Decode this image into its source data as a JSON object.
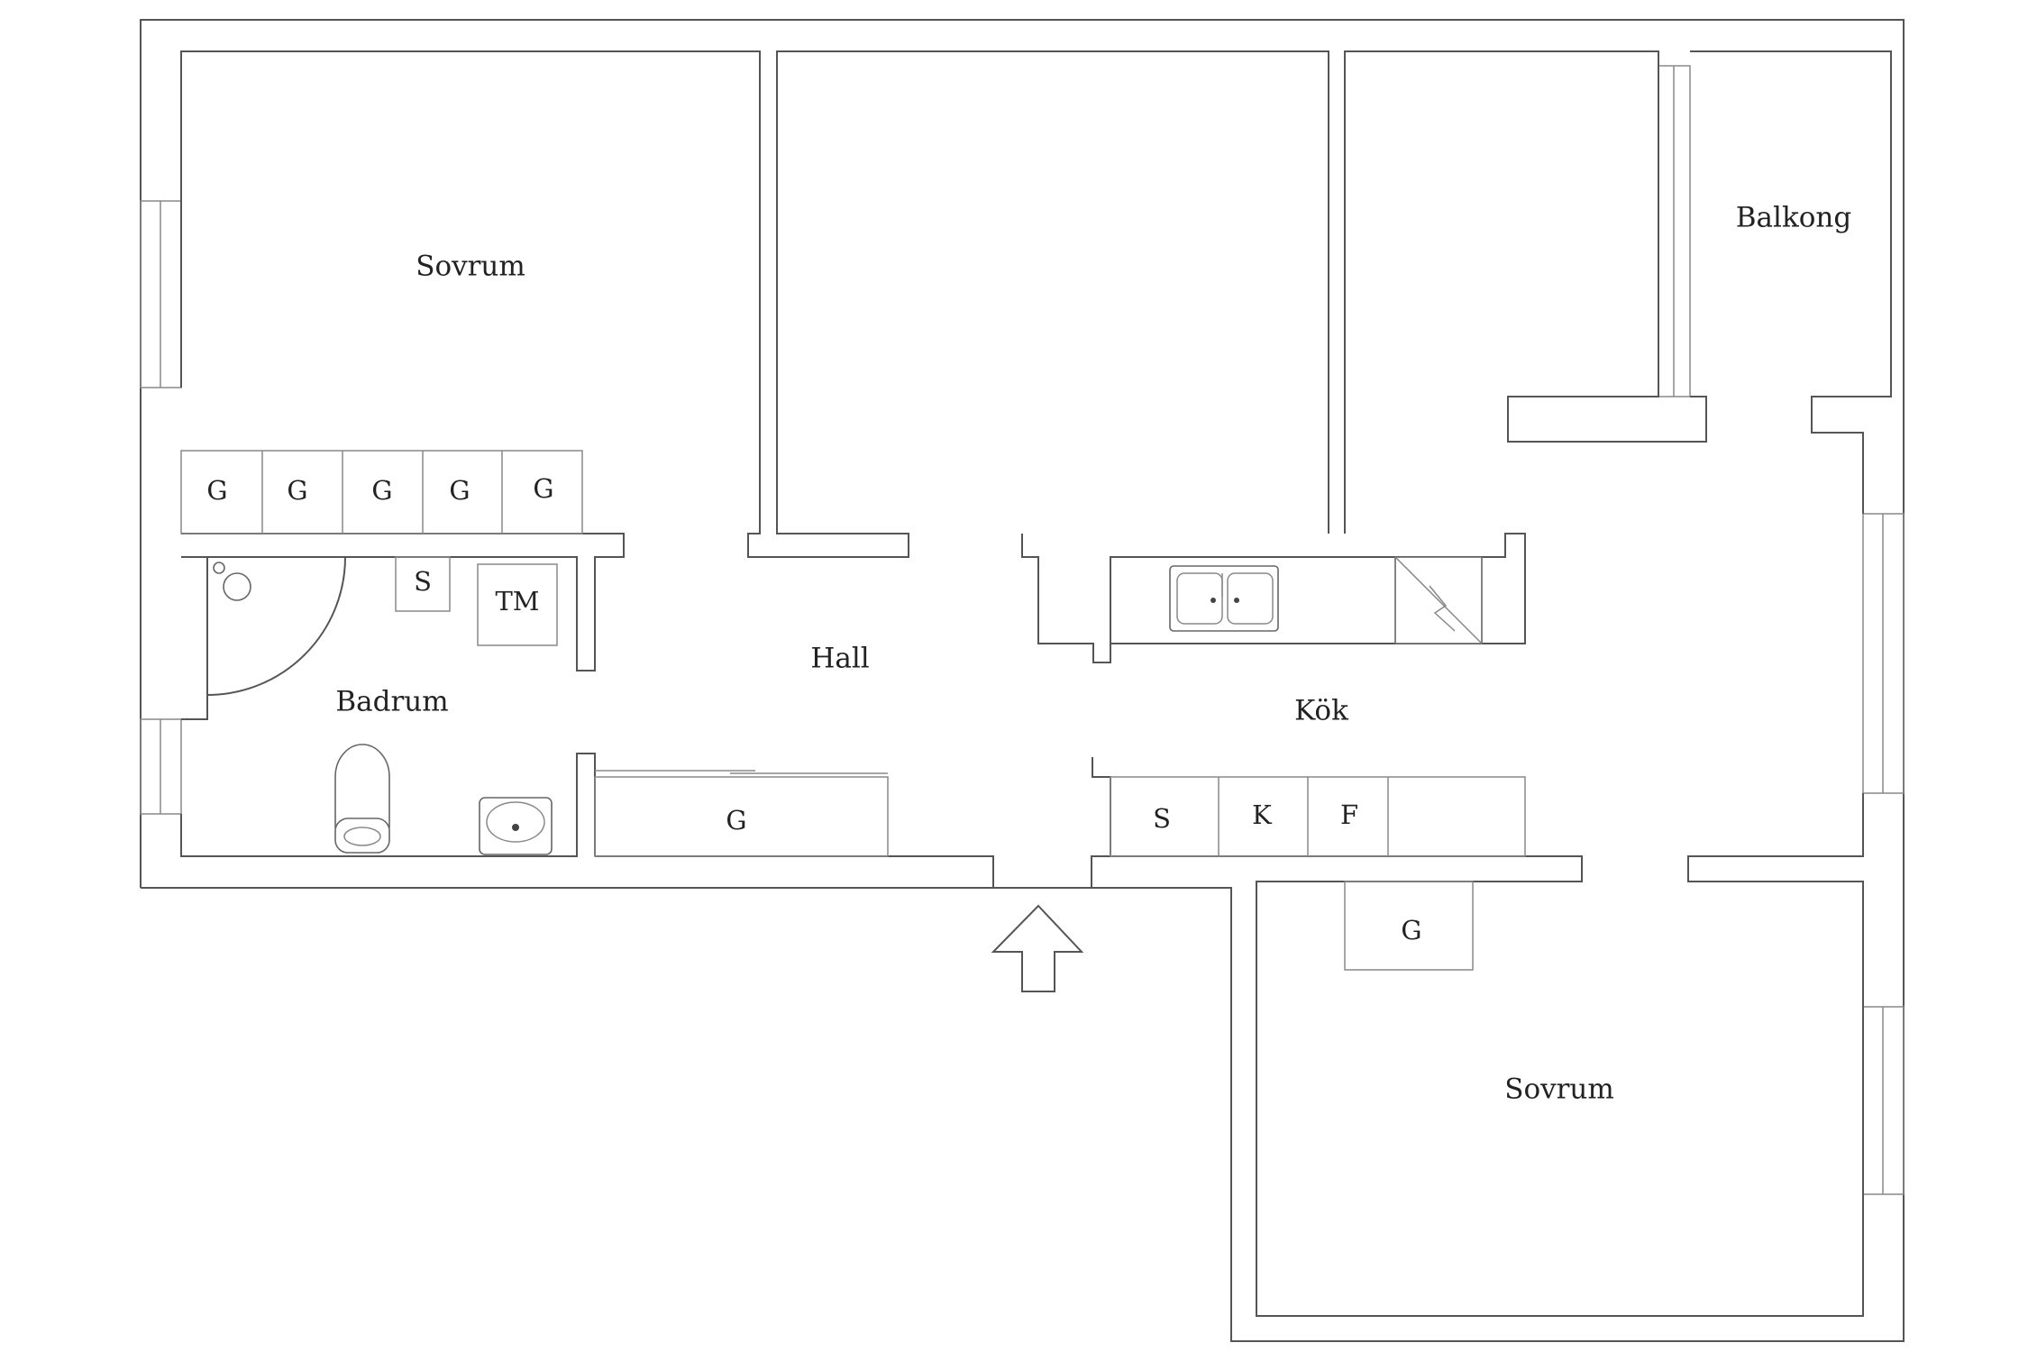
{
  "rooms": {
    "sovrum_1": "Sovrum",
    "sovrum_2": "Sovrum",
    "badrum": "Badrum",
    "hall": "Hall",
    "kok": "Kök",
    "balkong": "Balkong"
  },
  "cabinets": {
    "wardrobe_1": "G",
    "wardrobe_2": "G",
    "wardrobe_3": "G",
    "wardrobe_4": "G",
    "wardrobe_5": "G",
    "bath_s": "S",
    "bath_tm": "TM",
    "hall_g": "G",
    "kitchen_s": "S",
    "kitchen_k": "K",
    "kitchen_f": "F",
    "sovrum2_g": "G"
  },
  "colors": {
    "wall": "#555555",
    "background": "#ffffff"
  }
}
